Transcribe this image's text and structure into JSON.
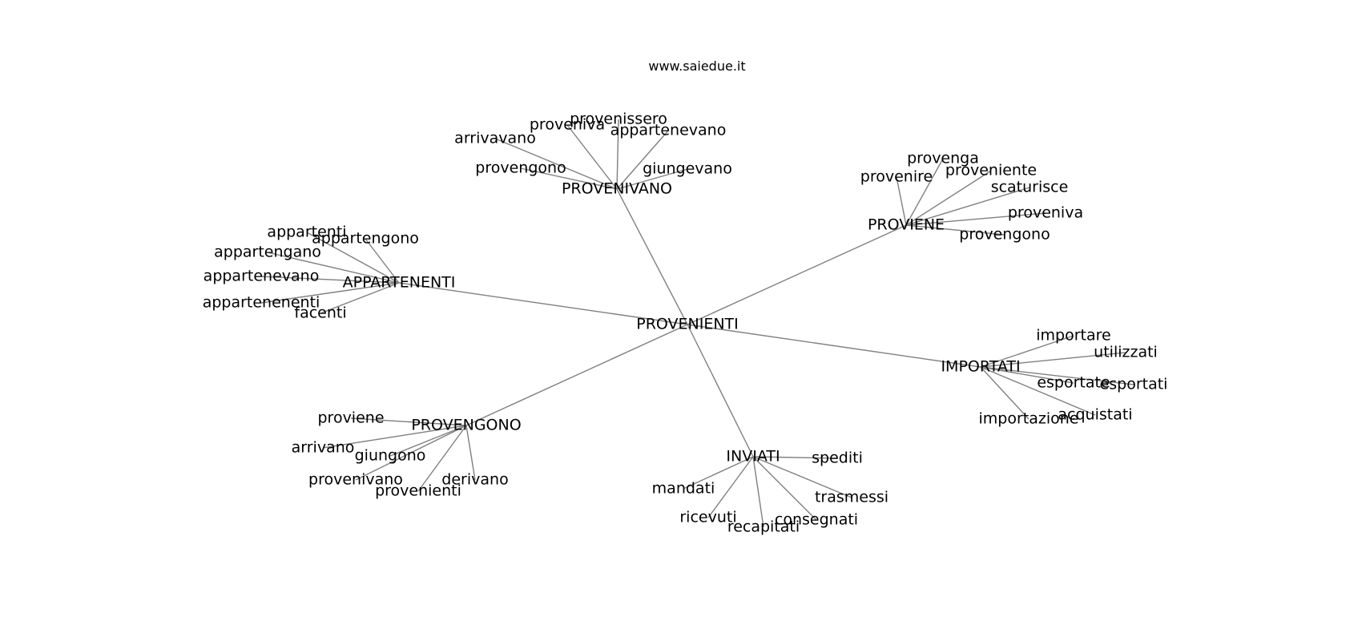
{
  "site": "www.saiedue.it",
  "colors": {
    "edge": "#808080",
    "text": "#000000",
    "background": "#ffffff"
  },
  "root": "PROVENIENTI",
  "clusters": [
    {
      "hub": "PROVENIVANO",
      "leaves": [
        "provenissero",
        "proveniva",
        "arrivavano",
        "appartenevano",
        "provengono",
        "giungevano"
      ]
    },
    {
      "hub": "PROVIENE",
      "leaves": [
        "provenga",
        "proveniente",
        "provenire",
        "scaturisce",
        "proveniva",
        "provengono"
      ]
    },
    {
      "hub": "APPARTENENTI",
      "leaves": [
        "appartenti",
        "appartengono",
        "appartengano",
        "appartenevano",
        "appartenenenti",
        "facenti"
      ]
    },
    {
      "hub": "IMPORTATI",
      "leaves": [
        "importare",
        "utilizzati",
        "esportate",
        "esportati",
        "acquistati",
        "importazione"
      ]
    },
    {
      "hub": "PROVENGONO",
      "leaves": [
        "proviene",
        "arrivano",
        "giungono",
        "provenivano",
        "derivano",
        "provenienti"
      ]
    },
    {
      "hub": "INVIATI",
      "leaves": [
        "spediti",
        "mandati",
        "trasmessi",
        "ricevuti",
        "consegnati",
        "recapitati"
      ]
    }
  ]
}
